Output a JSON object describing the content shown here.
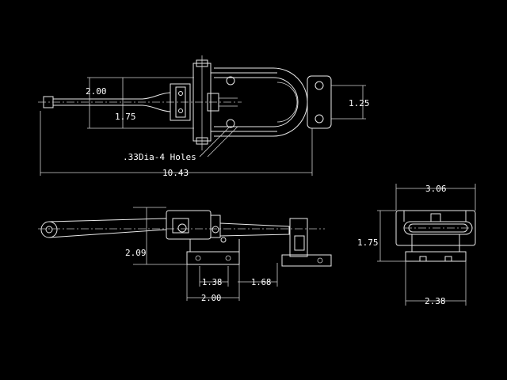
{
  "dimensions": {
    "top_height": "2.00",
    "top_inner": "1.75",
    "top_right": "1.25",
    "holes": ".33Dia-4 Holes",
    "overall_length": "10.43",
    "side_height": "2.09",
    "base_spacing": "1.38",
    "hook_offset": "1.68",
    "base_width": "2.00",
    "end_width": "3.06",
    "end_height": "1.75",
    "end_base": "2.38"
  }
}
